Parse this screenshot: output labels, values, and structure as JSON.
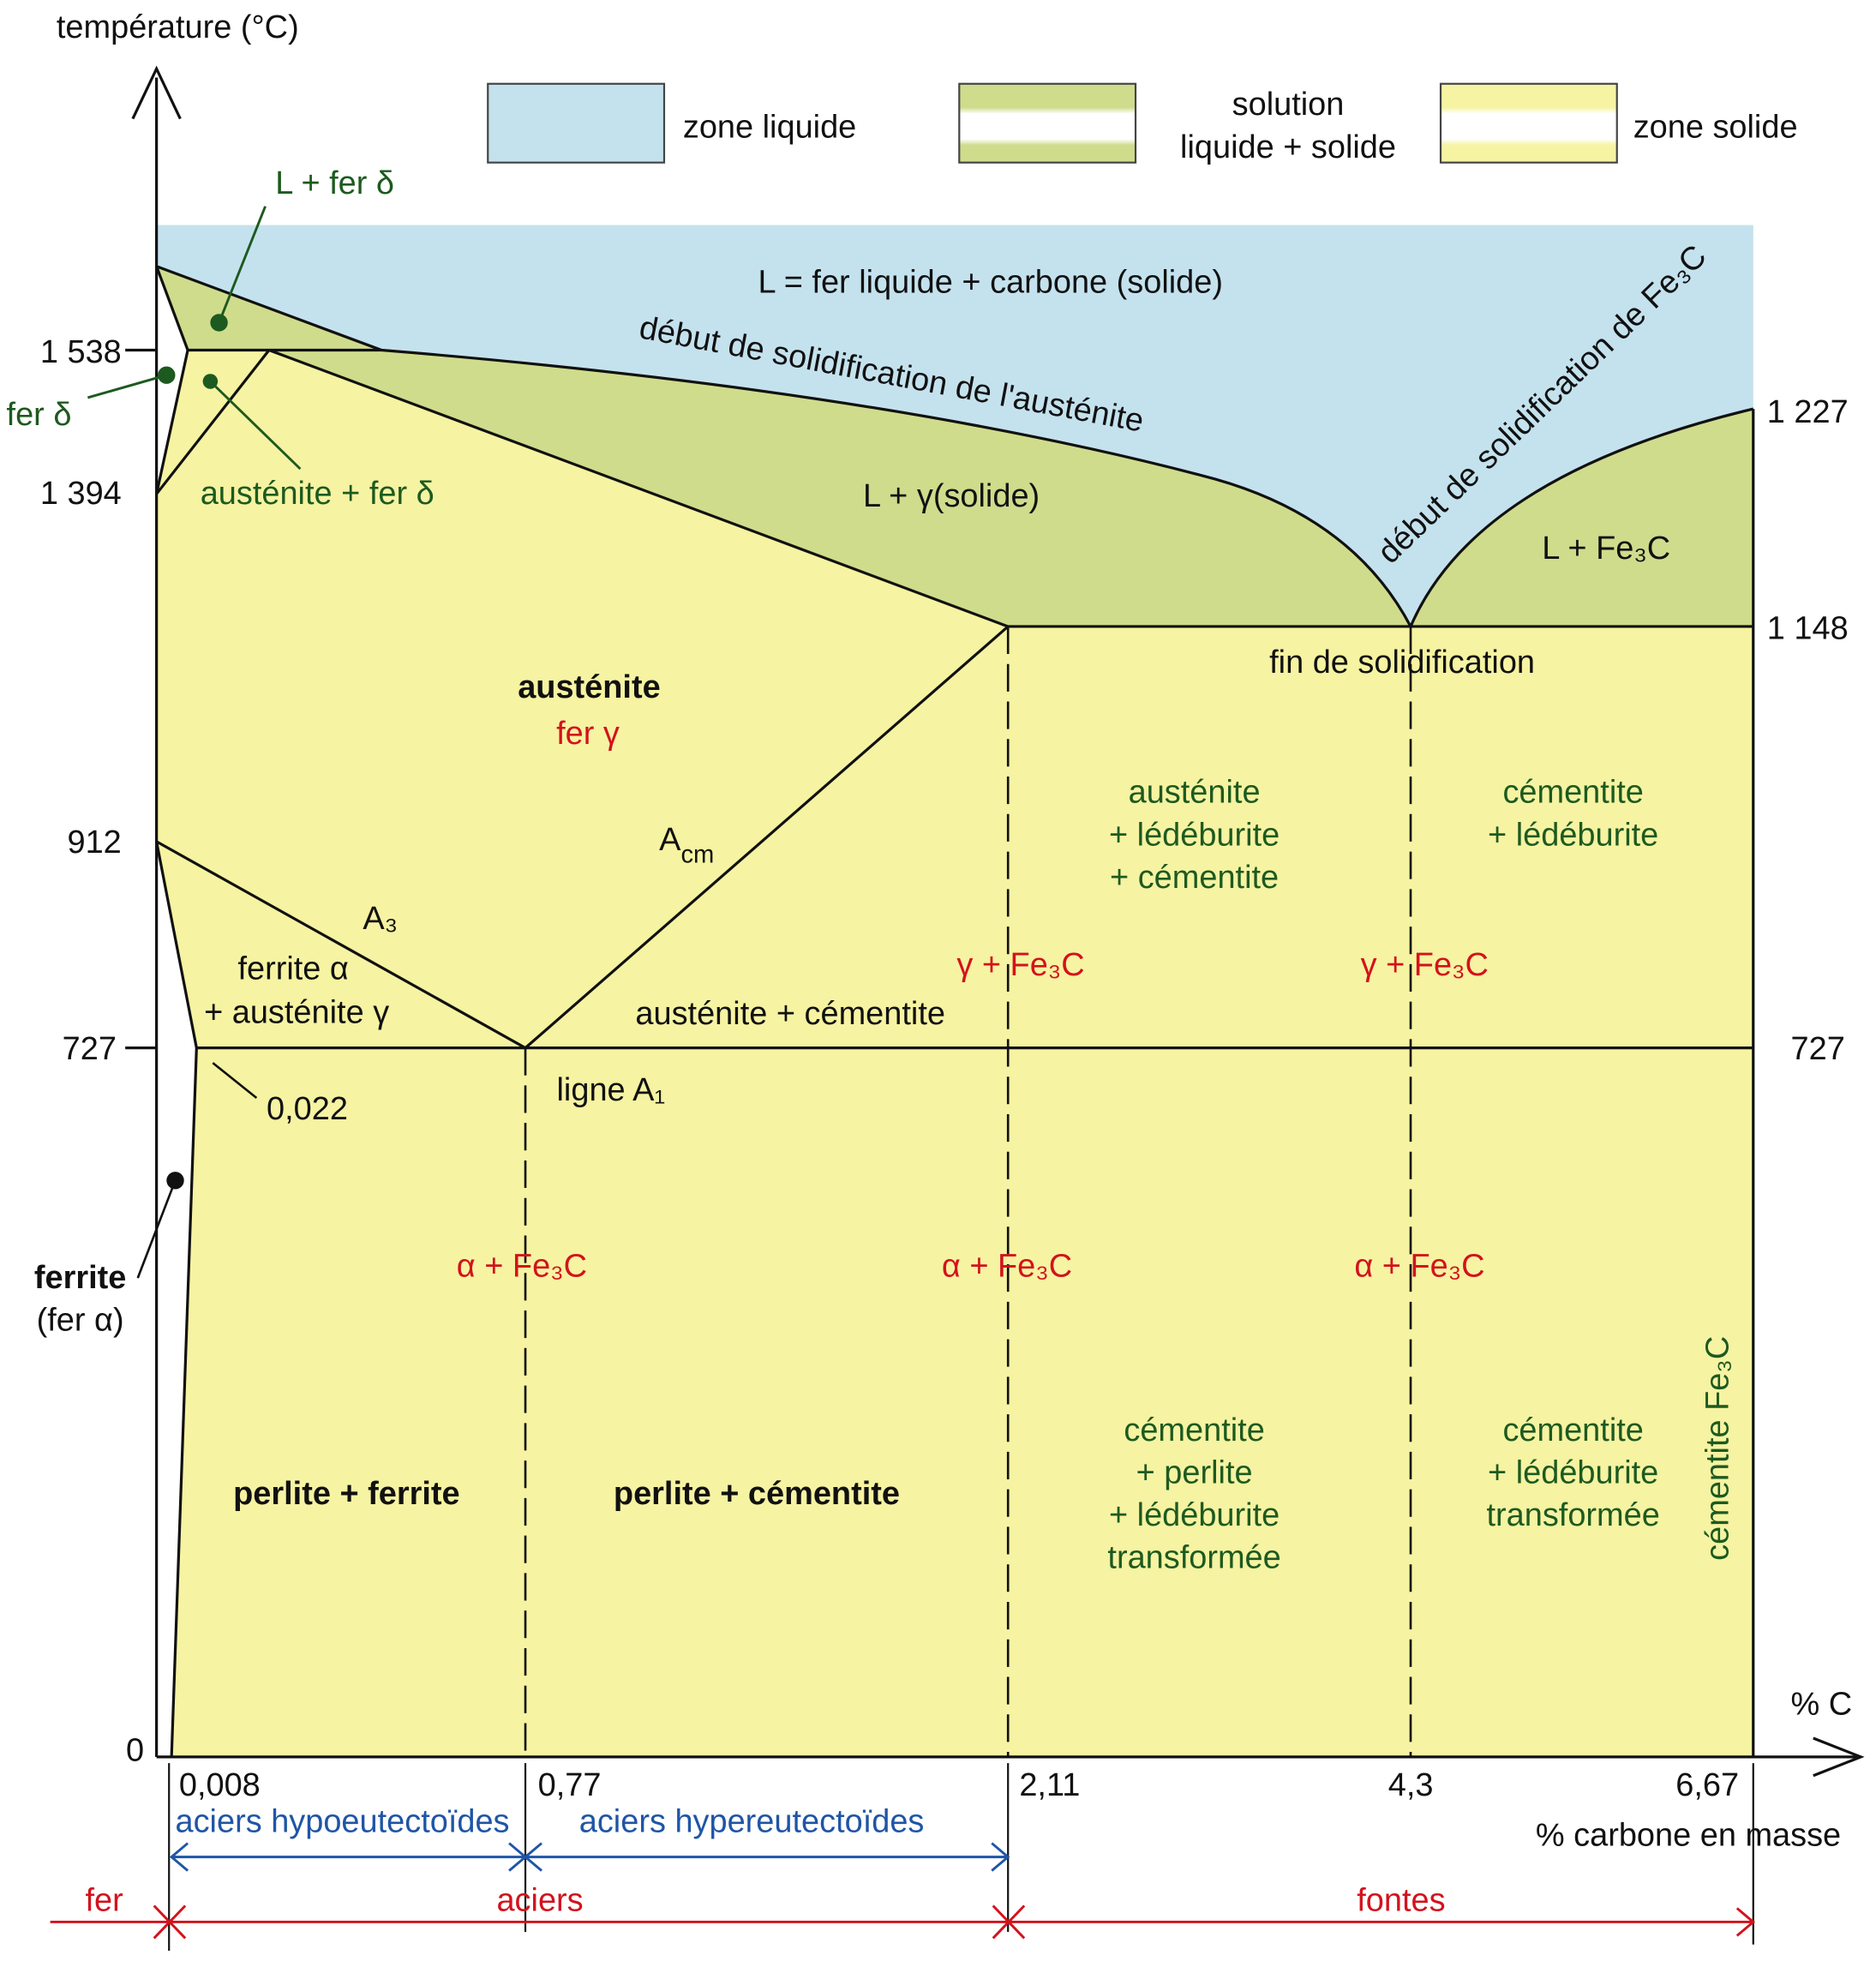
{
  "colors": {
    "liquid": "#c4e2ee",
    "mixed": "#cfdc8c",
    "solid": "#f6f3a2",
    "green_text": "#1d5a1f",
    "red_text": "#d3121c",
    "blue_text": "#1f55a6"
  },
  "axis": {
    "y_label": "température (°C)",
    "x_label": "% carbone en masse",
    "x_unit": "% C",
    "y_ticks": [
      "1 538",
      "1 394",
      "912",
      "727",
      "0"
    ],
    "y_ticks_right": [
      "1 227",
      "1 148",
      "727"
    ],
    "x_ticks": [
      "0,008",
      "0,77",
      "2,11",
      "4,3",
      "6,67"
    ]
  },
  "legend": {
    "liquid": "zone liquide",
    "mixed_1": "solution",
    "mixed_2": "liquide + solide",
    "solid": "zone solide"
  },
  "labels": {
    "liquid": "L = fer liquide + carbone (solide)",
    "solidif_aust": "début de solidification de l'austénite",
    "solidif_fe3c": "début de solidification de Fe₃C",
    "l_fer_delta": "L + fer δ",
    "fer_delta": "fer δ",
    "aust_fer_delta": "austénite + fer δ",
    "l_gamma": "L + γ(solide)",
    "l_fe3c": "L + Fe₃C",
    "fin_solidif": "fin de solidification",
    "austenite": "austénite",
    "fer_gamma": "fer γ",
    "acm_main": "A",
    "acm_sub": "cm",
    "a3": "A₃",
    "ferrite_alpha": "ferrite α",
    "plus_aust_gamma": "+ austénite γ",
    "aust_cem": "austénite + cémentite",
    "ligne_a1": "ligne A₁",
    "c0022": "0,022",
    "ferrite": "ferrite",
    "fer_alpha": "(fer α)",
    "zone3": [
      "austénite",
      "+ lédéburite",
      "+ cémentite"
    ],
    "zone4": [
      "cémentite",
      "+ lédéburite"
    ],
    "gamma_fe3c": "γ + Fe₃C",
    "alpha_fe3c": "α + Fe₃C",
    "perlite_ferrite": "perlite + ferrite",
    "perlite_cementite": "perlite + cémentite",
    "zone7": [
      "cémentite",
      "+ perlite",
      "+ lédéburite",
      "transformée"
    ],
    "zone8": [
      "cémentite",
      "+ lédéburite",
      "transformée"
    ],
    "cementite_fe3c": "cémentite Fe₃C"
  },
  "ranges": {
    "hypo": "aciers hypoeutectoïdes",
    "hyper": "aciers hypereutectoïdes",
    "fer": "fer",
    "aciers": "aciers",
    "fontes": "fontes"
  }
}
